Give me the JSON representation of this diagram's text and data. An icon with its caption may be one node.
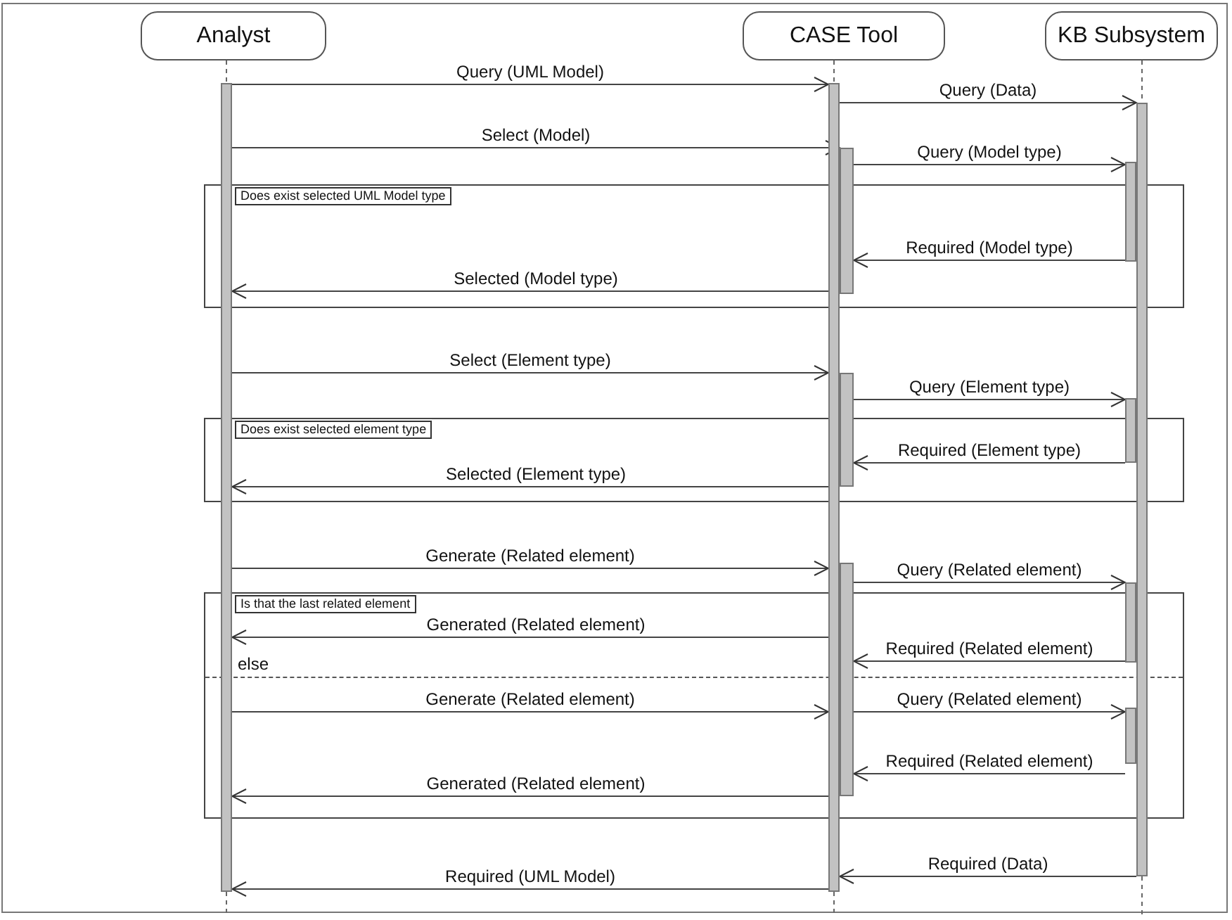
{
  "diagram": {
    "nodes": [
      {
        "text": [
          "Analyst"
        ]
      },
      {
        "text": [
          "CASE Tool"
        ]
      },
      {
        "text": [
          "KB Subsystem"
        ]
      },
      {
        "text": [],
        "shape": "bar"
      },
      {
        "text": [],
        "shape": "bar"
      },
      {
        "text": [],
        "shape": "bar"
      },
      {
        "text": [],
        "shape": "bar"
      },
      {
        "text": [],
        "shape": "bar"
      },
      {
        "text": [],
        "shape": "bar"
      },
      {
        "text": [],
        "shape": "bar"
      },
      {
        "text": [],
        "shape": "bar"
      },
      {
        "text": [],
        "shape": "bar"
      },
      {
        "text": [],
        "shape": "bar"
      }
    ],
    "edges": [
      {
        "from": 0,
        "to": 3,
        "arrow": "none",
        "style": "dashed"
      },
      {
        "from": 1,
        "to": 4,
        "arrow": "none",
        "style": "dashed"
      },
      {
        "from": 2,
        "to": 5,
        "arrow": "none",
        "style": "dashed"
      },
      {
        "from": 3,
        "to": 4,
        "arrow": "to",
        "label": "Query (UML Model)"
      },
      {
        "from": 4,
        "to": 5,
        "arrow": "to",
        "label": "Query (Data)"
      },
      {
        "from": 3,
        "to": 6,
        "arrow": "to",
        "label": "Select (Model)"
      },
      {
        "from": 6,
        "to": 7,
        "arrow": "to",
        "label": "Query (Model type)"
      },
      {
        "from": 7,
        "to": 6,
        "arrow": "to",
        "label": "Required (Model type)"
      },
      {
        "from": 6,
        "to": 3,
        "arrow": "to",
        "label": "Selected (Model type)"
      },
      {
        "from": 3,
        "to": 4,
        "arrow": "to",
        "label": "Select (Element type)"
      },
      {
        "from": 8,
        "to": 9,
        "arrow": "to",
        "label": "Query (Element type)"
      },
      {
        "from": 9,
        "to": 8,
        "arrow": "to",
        "label": "Required (Element type)"
      },
      {
        "from": 8,
        "to": 3,
        "arrow": "to",
        "label": "Selected (Element type)"
      },
      {
        "from": 3,
        "to": 4,
        "arrow": "to",
        "label": "Generate (Related element)"
      },
      {
        "from": 10,
        "to": 11,
        "arrow": "to",
        "label": "Query (Related element)"
      },
      {
        "from": 10,
        "to": 3,
        "arrow": "to",
        "label": "Generated (Related element)"
      },
      {
        "from": 11,
        "to": 10,
        "arrow": "to",
        "label": "Required (Related element)"
      },
      {
        "from": 3,
        "to": 4,
        "arrow": "to",
        "label": "Generate (Related element)"
      },
      {
        "from": 10,
        "to": 12,
        "arrow": "to",
        "label": "Query (Related element)"
      },
      {
        "from": 12,
        "to": 10,
        "arrow": "to",
        "label": "Required (Related element)"
      },
      {
        "from": 10,
        "to": 3,
        "arrow": "to",
        "label": "Generated (Related element)"
      },
      {
        "from": 5,
        "to": 4,
        "arrow": "to",
        "label": "Required (Data)"
      },
      {
        "from": 4,
        "to": 3,
        "arrow": "to",
        "label": "Required (UML Model)"
      }
    ],
    "labels": [
      "Does exist selected UML Model type",
      "Does exist selected element type",
      "Is that the last related element",
      "else"
    ]
  }
}
